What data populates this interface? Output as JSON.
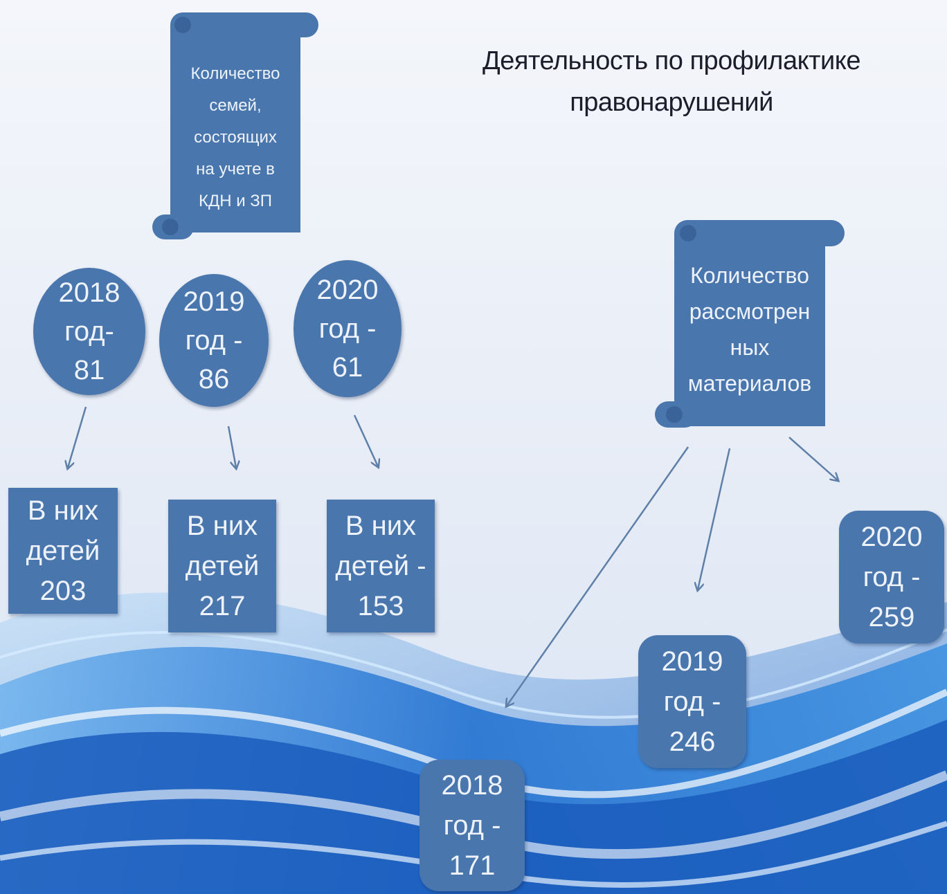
{
  "title": "Деятельность по профилактике\nправонарушений",
  "colors": {
    "node_fill": "#4a76ae",
    "node_text": "#eef3fb",
    "arrow": "#5d7fa8",
    "background": "#eef2f9",
    "wave_blue": "#2f7fd6"
  },
  "left_branch": {
    "header": "Количество\nсемей,\nсостоящих\nна учете в\nКДН и ЗП",
    "years": [
      {
        "label": "2018\nгод-\n81"
      },
      {
        "label": "2019\nгод -\n86"
      },
      {
        "label": "2020\nгод -\n61"
      }
    ],
    "children": [
      {
        "label": "В них\nдетей\n203"
      },
      {
        "label": "В них\nдетей\n217"
      },
      {
        "label": "В них\nдетей -\n153"
      }
    ]
  },
  "right_branch": {
    "header": "Количество\nрассмотрен\nных\nматериалов",
    "years": [
      {
        "label": "2018\nгод -\n171"
      },
      {
        "label": "2019\nгод -\n246"
      },
      {
        "label": "2020\nгод -\n259"
      }
    ]
  }
}
